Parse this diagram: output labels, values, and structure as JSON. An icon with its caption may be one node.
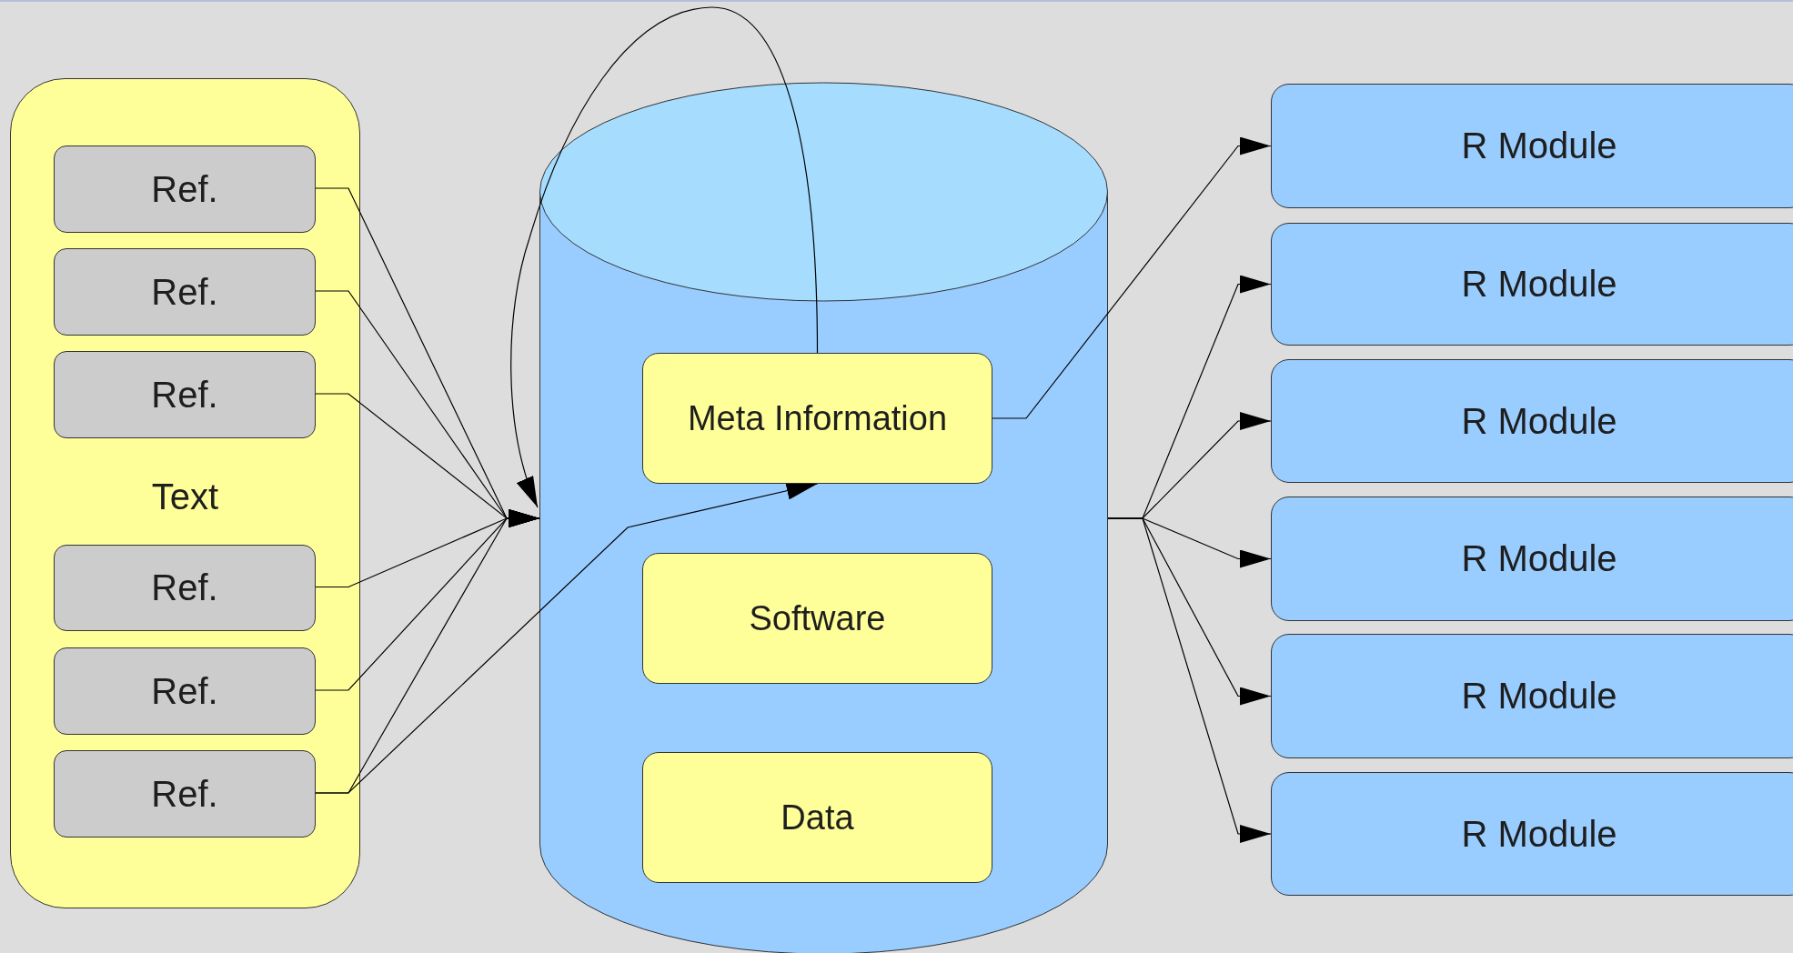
{
  "diagram": {
    "nodes": [
      {
        "text": [
          "Text"
        ]
      },
      {
        "text": [
          "Ref."
        ],
        "in": 0
      },
      {
        "text": [
          "Ref."
        ],
        "in": 0
      },
      {
        "text": [
          "Ref."
        ],
        "in": 0
      },
      {
        "text": [
          "Ref."
        ],
        "in": 0
      },
      {
        "text": [
          "Ref."
        ],
        "in": 0
      },
      {
        "text": [
          "Ref."
        ],
        "in": 0
      },
      {
        "text": [],
        "shape": "cylinder"
      },
      {
        "text": [
          "Meta Information"
        ],
        "in": 7
      },
      {
        "text": [
          "Software"
        ],
        "in": 7
      },
      {
        "text": [
          "Data"
        ],
        "in": 7
      },
      {
        "text": [
          "R Module"
        ]
      },
      {
        "text": [
          "R Module"
        ]
      },
      {
        "text": [
          "R Module"
        ]
      },
      {
        "text": [
          "R Module"
        ]
      },
      {
        "text": [
          "R Module"
        ]
      },
      {
        "text": [
          "R Module"
        ]
      }
    ],
    "edges": [
      {
        "from": 1,
        "to": 7,
        "arrow": "to"
      },
      {
        "from": 2,
        "to": 7,
        "arrow": "to"
      },
      {
        "from": 3,
        "to": 7,
        "arrow": "to"
      },
      {
        "from": 4,
        "to": 7,
        "arrow": "to"
      },
      {
        "from": 5,
        "to": 7,
        "arrow": "to"
      },
      {
        "from": 6,
        "to": 7,
        "arrow": "to"
      },
      {
        "from": 6,
        "to": 8,
        "arrow": "to"
      },
      {
        "from": 8,
        "to": 7,
        "arrow": "to"
      },
      {
        "from": 8,
        "to": 11,
        "arrow": "to"
      },
      {
        "from": 7,
        "to": 12,
        "arrow": "to"
      },
      {
        "from": 7,
        "to": 13,
        "arrow": "to"
      },
      {
        "from": 7,
        "to": 14,
        "arrow": "to"
      },
      {
        "from": 7,
        "to": 15,
        "arrow": "to"
      },
      {
        "from": 7,
        "to": 16,
        "arrow": "to"
      }
    ]
  }
}
